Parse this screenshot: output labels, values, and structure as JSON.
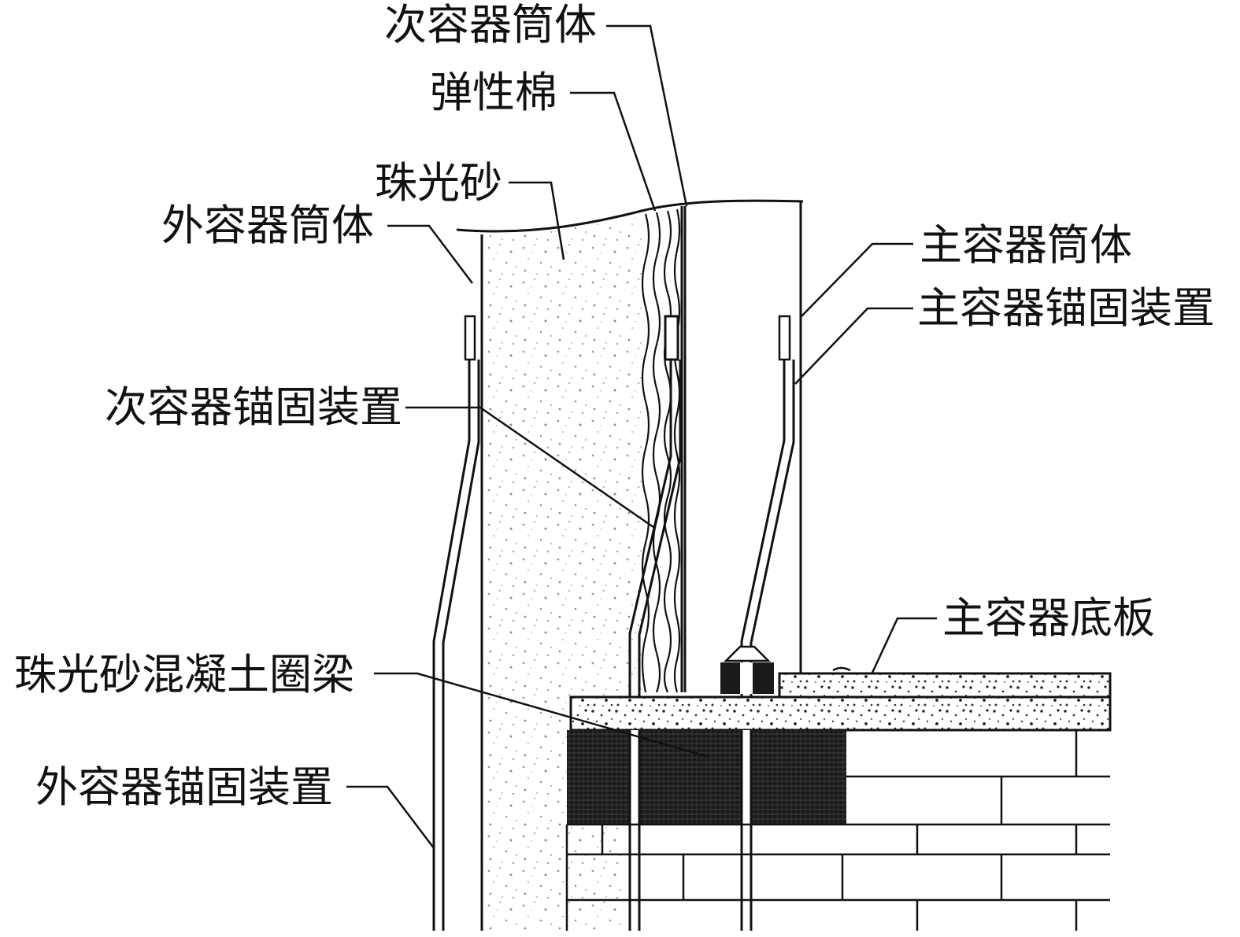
{
  "labels": {
    "secondary_shell": "次容器筒体",
    "elastic_felt": "弹性棉",
    "perlite": "珠光砂",
    "outer_shell": "外容器筒体",
    "main_shell": "主容器筒体",
    "main_anchor": "主容器锚固装置",
    "secondary_anchor": "次容器锚固装置",
    "main_bottom_plate": "主容器底板",
    "perlite_concrete_ring_beam": "珠光砂混凝土圈梁",
    "outer_anchor": "外容器锚固装置"
  },
  "colors": {
    "line": "#111111",
    "speckle": "#9a9a9a",
    "dark_block": "#1a1a1a",
    "background": "#ffffff"
  }
}
